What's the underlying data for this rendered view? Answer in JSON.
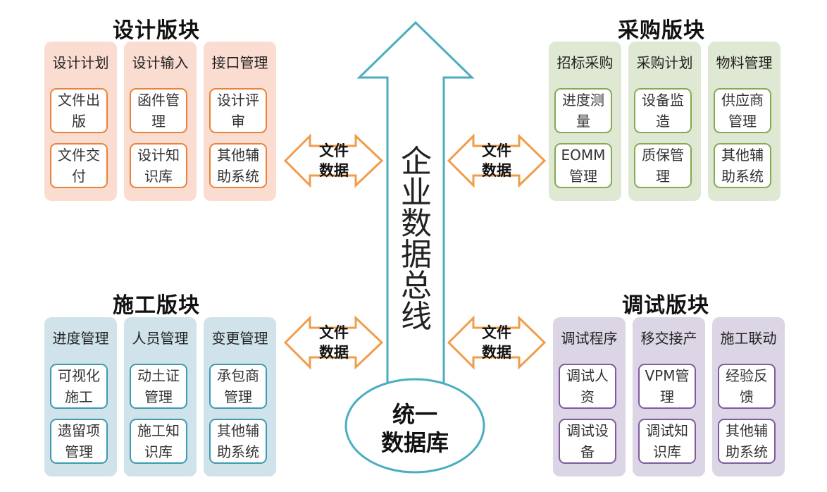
{
  "bus_label": "企业数据总线",
  "db_label_line1": "统一",
  "db_label_line2": "数据库",
  "arrow_label_line1": "文件",
  "arrow_label_line2": "数据",
  "colors": {
    "design_bg": "#fadcd1",
    "design_border": "#e9823a",
    "purchase_bg": "#dfe8d2",
    "purchase_border": "#86a954",
    "build_bg": "#d0e3eb",
    "build_border": "#3c9ab2",
    "debug_bg": "#dcd5e5",
    "debug_border": "#7f5a9c",
    "arrow_orange": "#f19c4a",
    "bus_teal": "#4aaec0"
  },
  "design": {
    "title": "设计版块",
    "cols": [
      {
        "head": "设计计划",
        "b1": "文件出版",
        "b2": "文件交付"
      },
      {
        "head": "设计输入",
        "b1": "函件管理",
        "b2": "设计知识库"
      },
      {
        "head": "接口管理",
        "b1": "设计评审",
        "b2": "其他辅助系统"
      }
    ]
  },
  "purchase": {
    "title": "采购版块",
    "cols": [
      {
        "head": "招标采购",
        "b1": "进度测量",
        "b2": "EOMM管理"
      },
      {
        "head": "采购计划",
        "b1": "设备监造",
        "b2": "质保管理"
      },
      {
        "head": "物料管理",
        "b1": "供应商管理",
        "b2": "其他辅助系统"
      }
    ]
  },
  "build": {
    "title": "施工版块",
    "cols": [
      {
        "head": "进度管理",
        "b1": "可视化施工",
        "b2": "遗留项管理"
      },
      {
        "head": "人员管理",
        "b1": "动土证管理",
        "b2": "施工知识库"
      },
      {
        "head": "变更管理",
        "b1": "承包商管理",
        "b2": "其他辅助系统"
      }
    ]
  },
  "debug": {
    "title": "调试版块",
    "cols": [
      {
        "head": "调试程序",
        "b1": "调试人资",
        "b2": "调试设备"
      },
      {
        "head": "移交接产",
        "b1": "VPM管理",
        "b2": "调试知识库"
      },
      {
        "head": "施工联动",
        "b1": "经验反馈",
        "b2": "其他辅助系统"
      }
    ]
  }
}
